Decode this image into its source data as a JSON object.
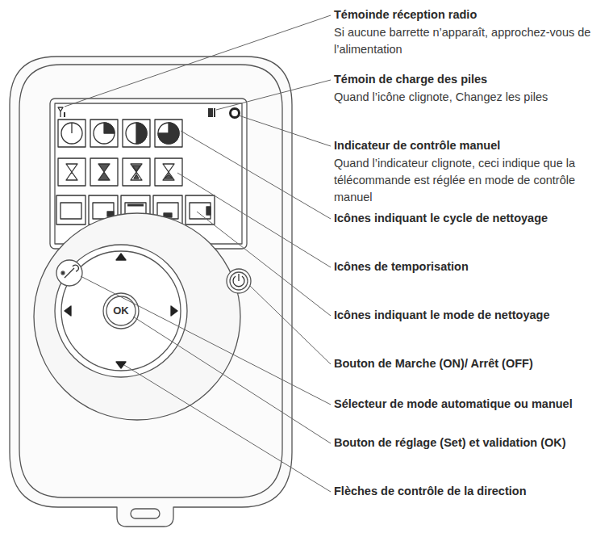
{
  "diagram": {
    "labels": [
      "Témoinde réception radio",
      "Si aucune barrette n’apparaît, approchez-vous de l’alimentation",
      "Témoin de charge des piles",
      "Quand l’icône clignote, Changez les piles",
      "Indicateur de contrôle manuel",
      "Quand l’indicateur clignote, ceci indique que la télécommande est réglée en mode de contrôle manuel",
      "Icônes indiquant le cycle de nettoyage",
      "Icônes de temporisation",
      "Icônes indiquant le mode de nettoyage",
      "Bouton de Marche (ON)/ Arrêt (OFF)",
      "Sélecteur de mode automatique ou manuel",
      "Bouton de réglage (Set) et validation (OK)",
      "Flèches de contrôle de la direction",
      "OK"
    ]
  }
}
